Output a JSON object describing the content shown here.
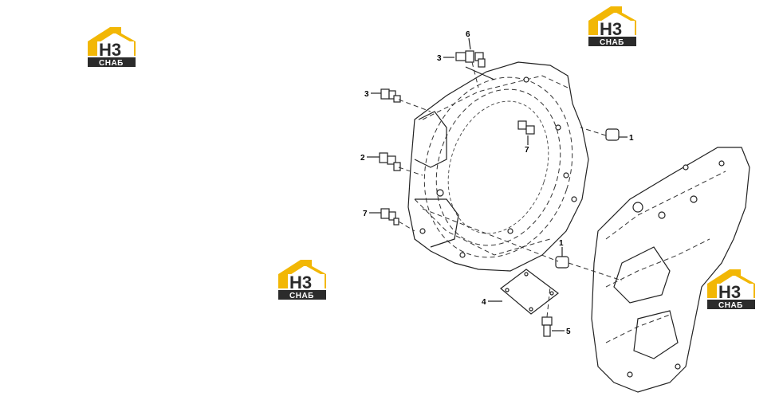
{
  "logo": {
    "mark": "H3",
    "caption": "СНАБ",
    "brand_yellow": "#f2b705",
    "brand_dark": "#2b2b2b"
  },
  "callouts": [
    "6",
    "3",
    "3",
    "2",
    "7",
    "7",
    "1",
    "1",
    "4",
    "5"
  ]
}
